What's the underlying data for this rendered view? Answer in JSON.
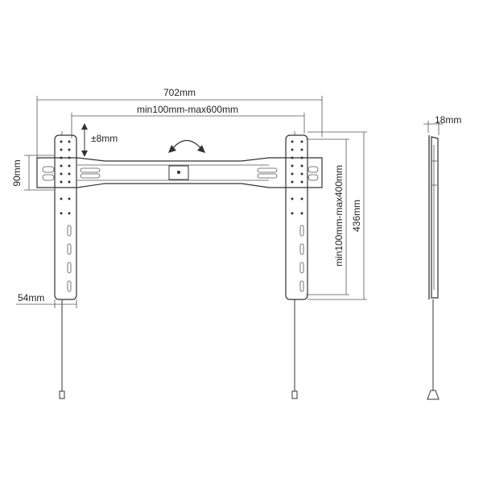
{
  "dimensions": {
    "overall_width": "702mm",
    "vesa_width": "min100mm-max600mm",
    "vertical_adjust": "±8mm",
    "bar_height": "90mm",
    "arm_width": "54mm",
    "vesa_height": "min100mm-max400mm",
    "arm_height": "436mm",
    "wall_distance": "18mm"
  },
  "icons": {
    "rotation": "rotation-arrow-icon",
    "vertical_adjust": "double-arrow-icon"
  }
}
